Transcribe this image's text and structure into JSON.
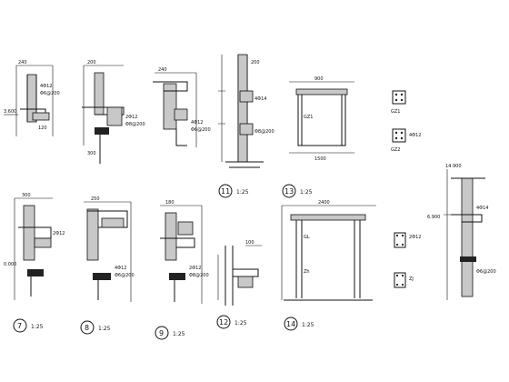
{
  "details": [
    {
      "id": "7",
      "title": "1:25"
    },
    {
      "id": "8",
      "title": "1:25"
    },
    {
      "id": "9",
      "title": "1:25"
    },
    {
      "id": "11",
      "title": "1:25"
    },
    {
      "id": "12",
      "title": "1:25"
    },
    {
      "id": "13",
      "title": "1:25"
    },
    {
      "id": "14",
      "title": "1:25"
    }
  ],
  "dims": {
    "d300": "300",
    "d200": "200",
    "d120": "120",
    "d240": "240",
    "d180": "180",
    "d250": "250",
    "d100": "100",
    "d900": "900",
    "d1500": "1500",
    "d2400": "2400"
  },
  "rebar": {
    "r1": "4Φ12",
    "r2": "Φ6@200",
    "r3": "2Φ12",
    "r4": "Φ8@200",
    "r5": "4Φ14"
  },
  "levels": {
    "l1": "3.600",
    "l2": "6.900",
    "l3": "0.000",
    "l4": "14.900"
  },
  "sections": {
    "gz1": "GZ1",
    "gz2": "GZ2",
    "gl": "GL",
    "zj": "ZJ",
    "zh": "Zh"
  }
}
